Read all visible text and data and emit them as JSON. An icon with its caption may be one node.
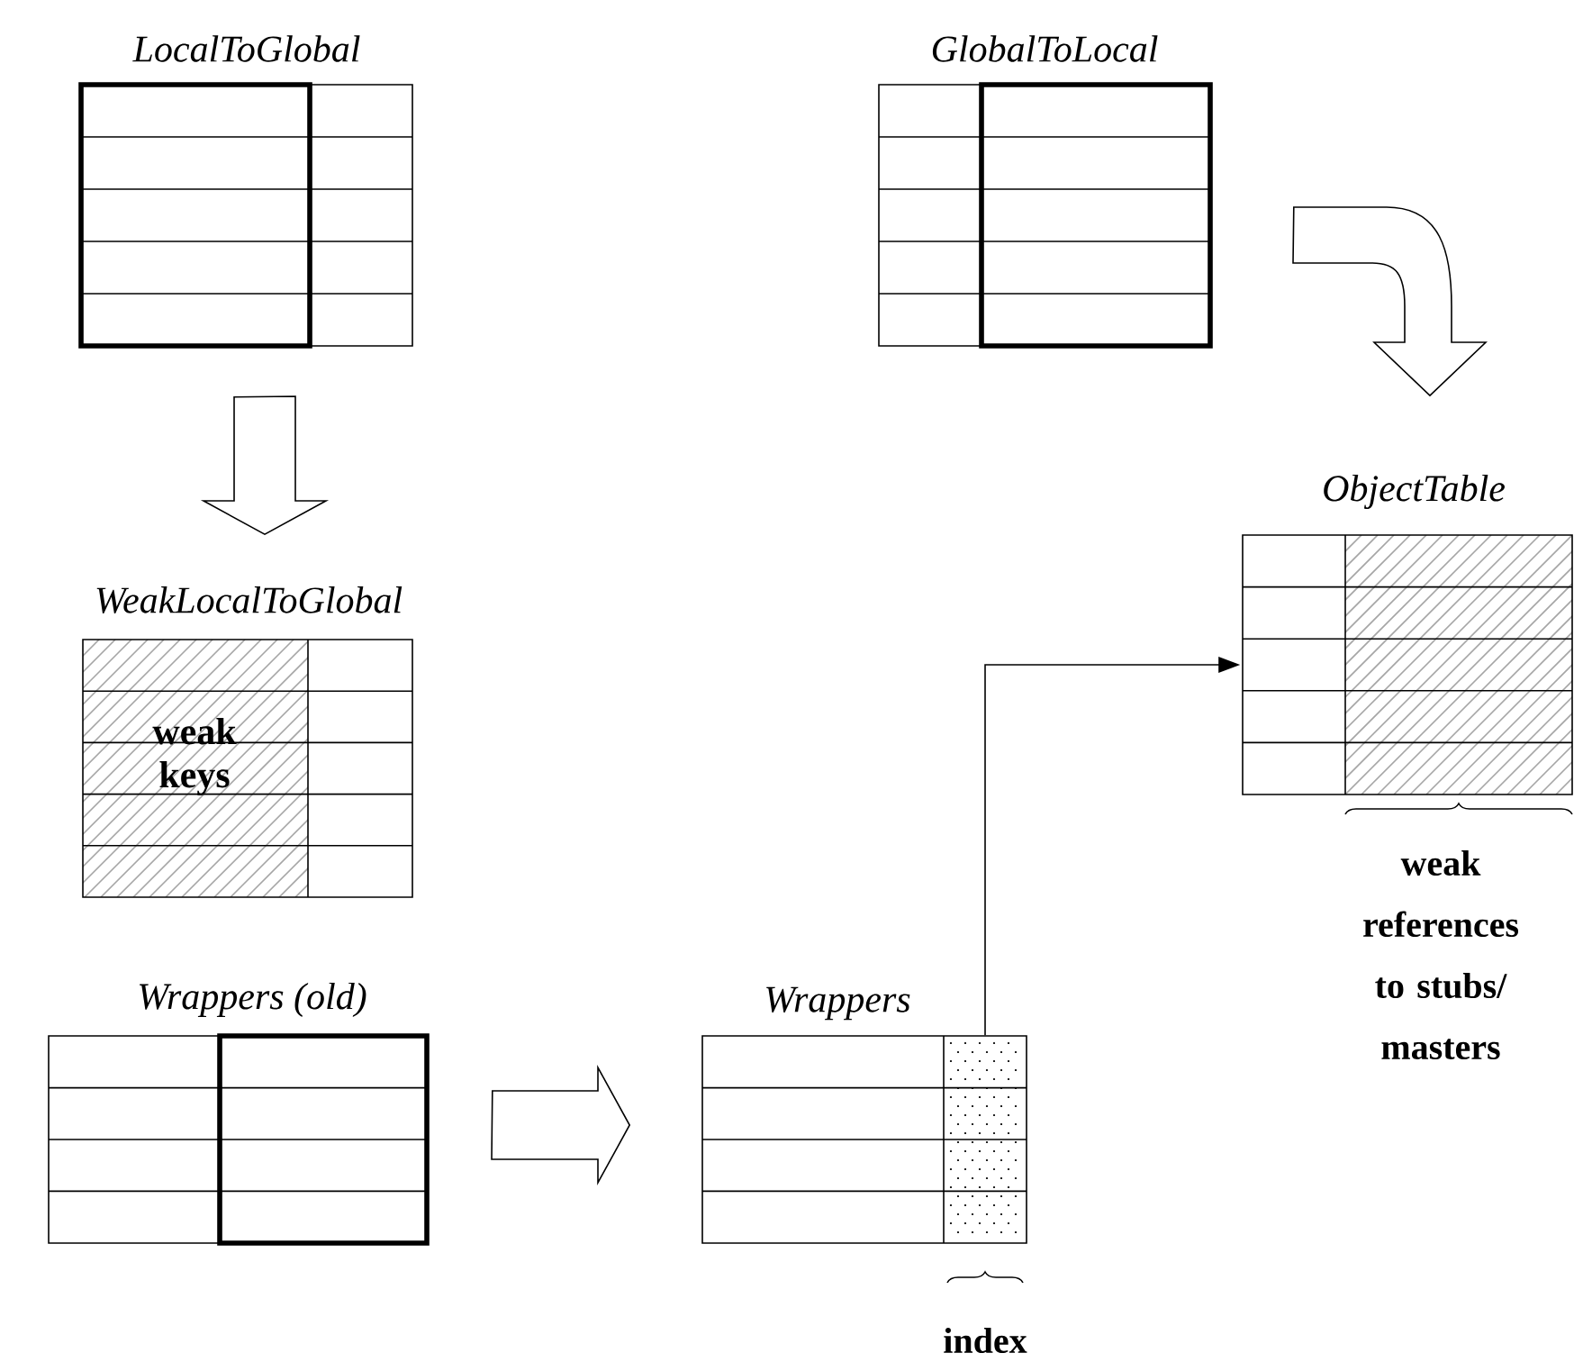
{
  "diagram": {
    "nodes": [
      {
        "text": [
          "LocalToGlobal"
        ]
      },
      {
        "text": [
          "GlobalToLocal"
        ]
      },
      {
        "text": [
          "WeakLocalToGlobal",
          "weak keys"
        ]
      },
      {
        "text": [
          "ObjectTable"
        ],
        "beside": [
          "weak references to stubs/ masters"
        ]
      },
      {
        "text": [
          "Wrappers (old)"
        ]
      },
      {
        "text": [
          "Wrappers"
        ],
        "beside": [
          "index"
        ]
      }
    ],
    "edges": [
      {
        "from": 0,
        "to": 2,
        "arrow": "to",
        "style": "thick"
      },
      {
        "from": 1,
        "to": 3,
        "arrow": "to",
        "style": "thick"
      },
      {
        "from": 4,
        "to": 5,
        "arrow": "to",
        "style": "thick"
      },
      {
        "from": 5,
        "to": 3,
        "arrow": "to"
      }
    ]
  }
}
